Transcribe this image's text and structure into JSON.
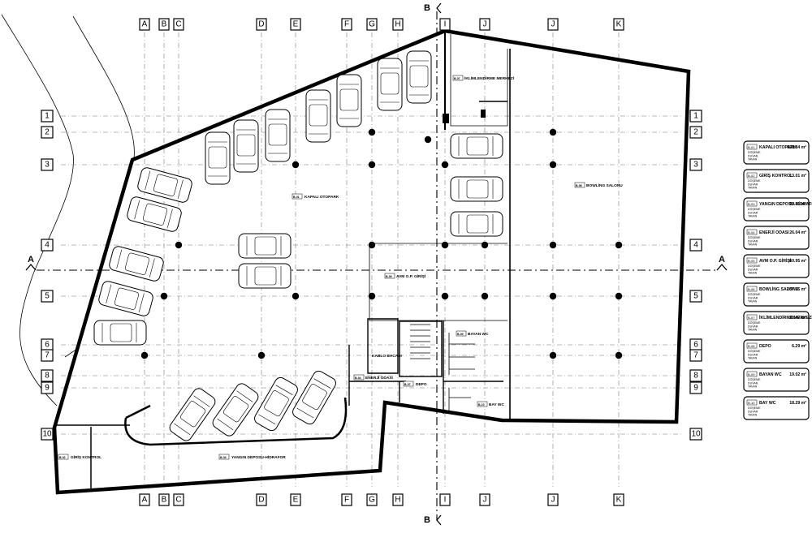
{
  "grid_columns": [
    "A",
    "B",
    "C",
    "D",
    "E",
    "F",
    "G",
    "H",
    "I",
    "J",
    "J",
    "K"
  ],
  "grid_rows": [
    "1",
    "2",
    "3",
    "4",
    "5",
    "6",
    "7",
    "8",
    "9",
    "10"
  ],
  "section_marks": {
    "horizontal": "A",
    "vertical": "B"
  },
  "rooms": [
    {
      "code": "B-01",
      "name": "KAPALI OTOPARK"
    },
    {
      "code": "B-02",
      "name": "GİRİŞ KONTROL"
    },
    {
      "code": "B-03",
      "name": "YANGIN DEPOSU-HİDRAFOR"
    },
    {
      "code": "B-04",
      "name": "ENERJİ ODASI"
    },
    {
      "code": "B-05",
      "name": "AVM O.P. GİRİŞİ"
    },
    {
      "code": "B-06",
      "name": "BOWLİNG SALONU"
    },
    {
      "code": "B-07",
      "name": "İKLİMLENDİRME MERKEZİ"
    },
    {
      "code": "B-07",
      "name": "DEPO"
    },
    {
      "code": "B-09",
      "name": "BAYAN WC"
    },
    {
      "code": "B-10",
      "name": "BAY WC"
    }
  ],
  "extra_labels": {
    "kablo": "KABLO BACASI"
  },
  "legend": [
    {
      "code": "B-01",
      "name": "KAPALI OTOPARK",
      "area": "628.84 m²"
    },
    {
      "code": "B-02",
      "name": "GİRİŞ KONTROL",
      "area": "13.01 m²"
    },
    {
      "code": "B-03",
      "name": "YANGIN DEPOSU-HİDRAFOR",
      "area": "59.51 m²"
    },
    {
      "code": "B-04",
      "name": "ENERJİ ODASI",
      "area": "26.04 m²"
    },
    {
      "code": "B-05",
      "name": "AVM O.P. GİRİŞİ",
      "area": "60.95 m²"
    },
    {
      "code": "B-06",
      "name": "BOWLİNG SALONU",
      "area": "287.65 m²"
    },
    {
      "code": "B-07",
      "name": "İKLİMLENDİRME MERKEZİ",
      "area": "28.47 m²"
    },
    {
      "code": "B-08",
      "name": "DEPO",
      "area": "6.29 m²"
    },
    {
      "code": "B-09",
      "name": "BAYAN WC",
      "area": "19.02 m²"
    },
    {
      "code": "B-10",
      "name": "BAY WC",
      "area": "18.29 m²"
    }
  ],
  "legend_sublabels": [
    "DÖŞEME",
    "DUVAR",
    "TAVAN"
  ]
}
